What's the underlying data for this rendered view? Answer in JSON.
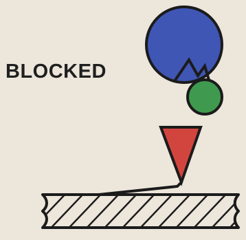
{
  "diagram": {
    "label": "BLOCKED",
    "colors": {
      "background": "#ece6db",
      "large_circle": "#3f56b5",
      "small_circle": "#3f9a4f",
      "wedge": "#d2453f",
      "stroke": "#1b1b1b",
      "hatch": "#1b1b1b"
    },
    "elements": [
      "large-blue-circle",
      "small-green-circle",
      "notch",
      "red-wedge",
      "cantilever",
      "hatched-substrate"
    ]
  }
}
